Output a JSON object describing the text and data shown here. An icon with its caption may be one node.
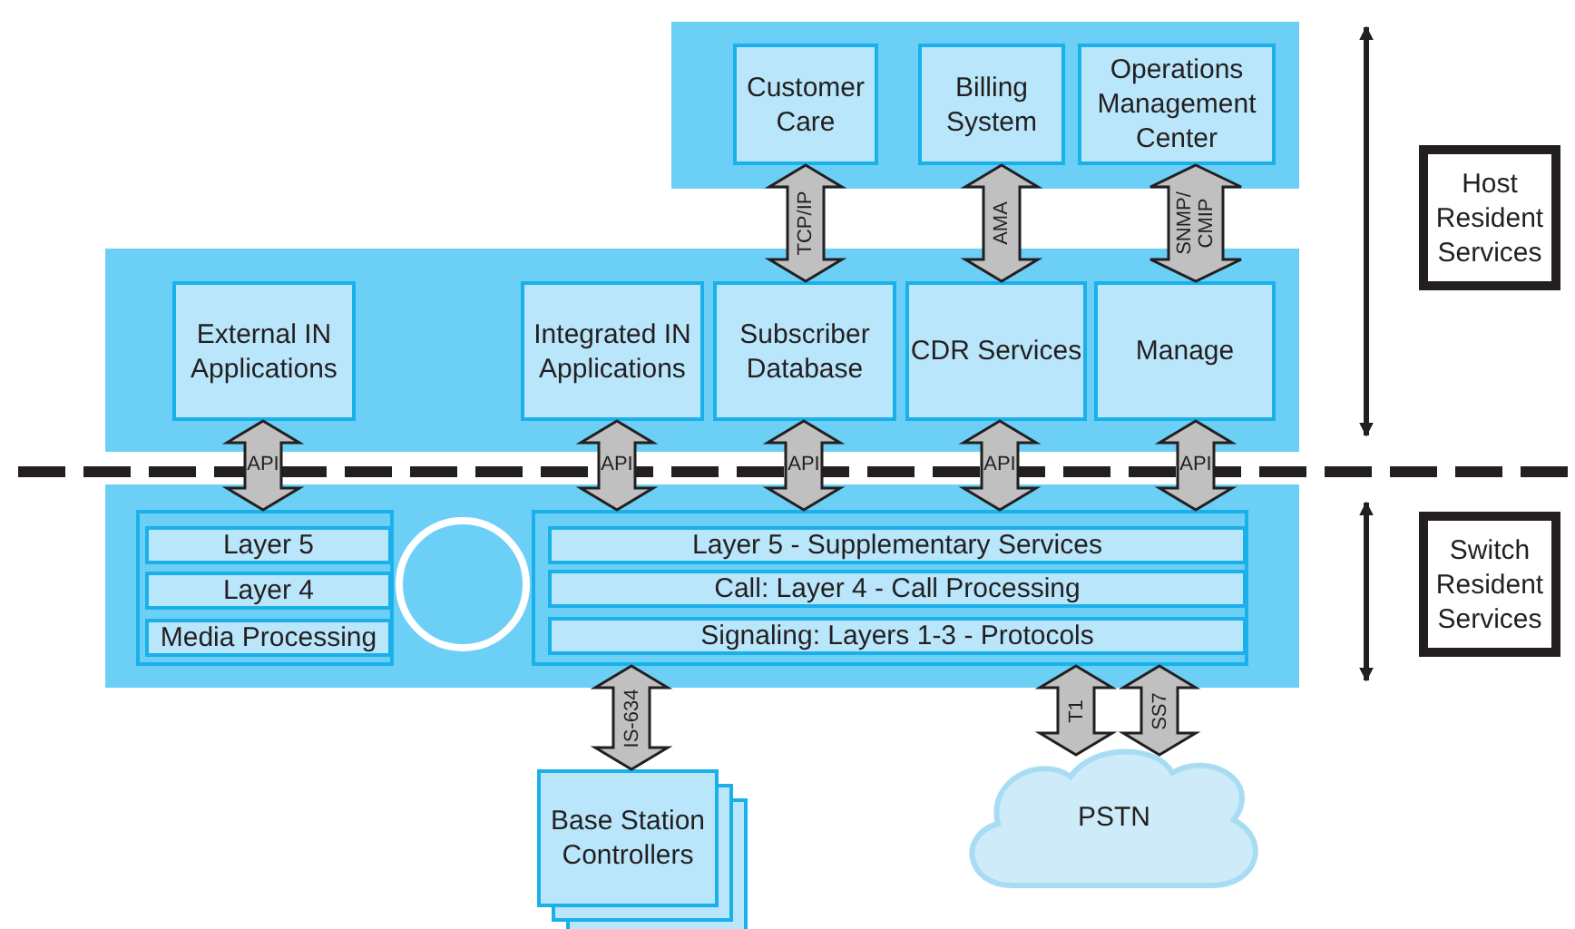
{
  "diagram": {
    "nodes": [
      {
        "text": [],
        "shape": "box"
      },
      {
        "text": [
          "Customer Care"
        ],
        "in": 0
      },
      {
        "text": [
          "Billing System"
        ],
        "in": 0
      },
      {
        "text": [
          "Operations Management Center"
        ],
        "in": 0
      },
      {
        "text": [],
        "shape": "box"
      },
      {
        "text": [
          "External IN Applications"
        ],
        "in": 4
      },
      {
        "text": [
          "Integrated IN Applications"
        ],
        "in": 4
      },
      {
        "text": [
          "Subscriber Database"
        ],
        "in": 4
      },
      {
        "text": [
          "CDR Services"
        ],
        "in": 4
      },
      {
        "text": [
          "Manage"
        ],
        "in": 4
      },
      {
        "text": [],
        "shape": "box"
      },
      {
        "text": [],
        "shape": "box",
        "in": 10
      },
      {
        "text": [
          "Layer 5"
        ],
        "in": 11
      },
      {
        "text": [
          "Layer 4"
        ],
        "in": 11
      },
      {
        "text": [
          "Media Processing"
        ],
        "in": 11
      },
      {
        "text": [],
        "shape": "circle",
        "in": 10
      },
      {
        "text": [],
        "shape": "box",
        "in": 10
      },
      {
        "text": [
          "Layer 5 - Supplementary Services"
        ],
        "in": 16
      },
      {
        "text": [
          "Call: Layer 4 - Call Processing"
        ],
        "in": 16
      },
      {
        "text": [
          "Signaling: Layers 1-3 - Protocols"
        ],
        "in": 16
      },
      {
        "text": [
          "Base Station Controllers"
        ]
      },
      {
        "text": [
          "PSTN"
        ]
      },
      {
        "text": [
          "Host Resident Services"
        ]
      },
      {
        "text": [
          "Switch Resident Services"
        ]
      }
    ],
    "edges": [
      {
        "from": 1,
        "to": 7,
        "arrow": "both",
        "label": "TCP/IP"
      },
      {
        "from": 2,
        "to": 8,
        "arrow": "both",
        "label": "AMA"
      },
      {
        "from": 3,
        "to": 9,
        "arrow": "both",
        "label": "SNMP/ CMIP"
      },
      {
        "from": 5,
        "to": 11,
        "arrow": "both",
        "label": "API"
      },
      {
        "from": 6,
        "to": 16,
        "arrow": "both",
        "label": "API"
      },
      {
        "from": 7,
        "to": 16,
        "arrow": "both",
        "label": "API"
      },
      {
        "from": 8,
        "to": 16,
        "arrow": "both",
        "label": "API"
      },
      {
        "from": 9,
        "to": 16,
        "arrow": "both",
        "label": "API"
      },
      {
        "from": 16,
        "to": 20,
        "arrow": "both",
        "label": "IS-634"
      },
      {
        "from": 16,
        "to": 21,
        "arrow": "both",
        "label": "T1"
      },
      {
        "from": 16,
        "to": 21,
        "arrow": "both",
        "label": "SS7"
      }
    ]
  }
}
